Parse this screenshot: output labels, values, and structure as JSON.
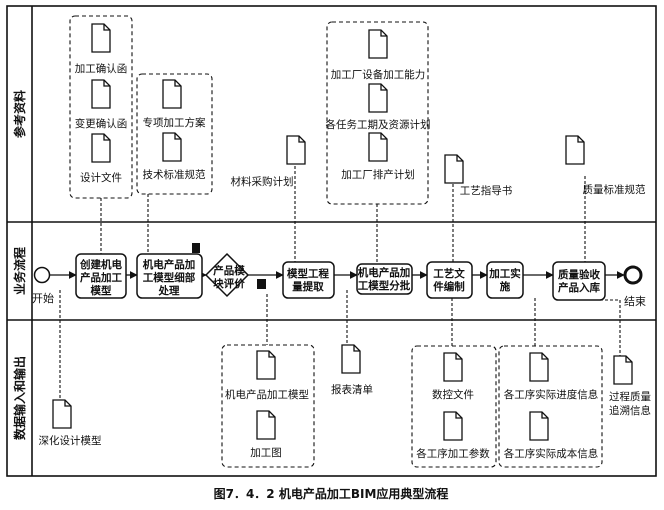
{
  "lanes": [
    {
      "id": "reference",
      "label": "参考资料"
    },
    {
      "id": "business",
      "label": "业务流程"
    },
    {
      "id": "io",
      "label": "数据输入和输出"
    }
  ],
  "events": {
    "start": "开始",
    "end": "结束"
  },
  "tasks": [
    {
      "id": "t1",
      "lines": [
        "创建机电",
        "产品加工",
        "模型"
      ]
    },
    {
      "id": "t2",
      "lines": [
        "机电产品加",
        "工模型细部",
        "处理"
      ]
    },
    {
      "id": "t3",
      "lines": [
        "模型工程",
        "量提取"
      ]
    },
    {
      "id": "t4",
      "lines": [
        "机电产品加",
        "工模型分批"
      ]
    },
    {
      "id": "t5",
      "lines": [
        "工艺文",
        "件编制"
      ]
    },
    {
      "id": "t6",
      "lines": [
        "加工实",
        "施"
      ]
    },
    {
      "id": "t7",
      "lines": [
        "质量验收",
        "产品入库"
      ]
    }
  ],
  "gateway": {
    "lines": [
      "产品模",
      "块评价"
    ]
  },
  "documents": {
    "process_confirm": "加工确认函",
    "change_confirm": "变更确认函",
    "design_file": "设计文件",
    "special_plan": "专项加工方案",
    "tech_standard": "技术标准规范",
    "material_plan": "材料采购计划",
    "factory_capability": "加工厂设备加工能力",
    "task_schedule": "各任务工期及资源计划",
    "factory_plan": "加工厂排产计划",
    "process_guide": "工艺指导书",
    "quality_standard": "质量标准规范",
    "deep_design_model": "深化设计模型",
    "product_model": "机电产品加工模型",
    "process_drawing": "加工图",
    "report_list": "报表清单",
    "nc_file": "数控文件",
    "process_params": "各工序加工参数",
    "progress_info": "各工序实际进度信息",
    "cost_info": "各工序实际成本信息",
    "quality_trace": [
      "过程质量",
      "追溯信息"
    ]
  },
  "caption": "图7．4．2 机电产品加工BIM应用典型流程"
}
